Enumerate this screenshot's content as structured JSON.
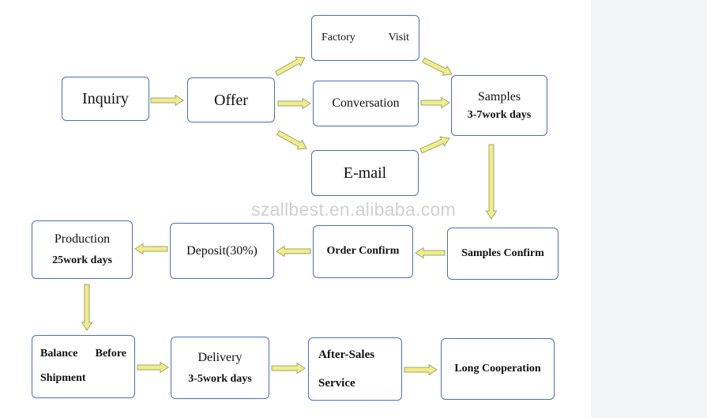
{
  "watermark": "szallbest.en.alibaba.com",
  "colors": {
    "box_border": "#4a6fc0",
    "arrow_fill": "#f2ec8c",
    "arrow_stroke": "#9aa86a"
  },
  "steps": {
    "inquiry": "Inquiry",
    "offer": "Offer",
    "factory_visit": {
      "word1": "Factory",
      "word2": "Visit"
    },
    "conversation": "Conversation",
    "email": "E-mail",
    "samples": {
      "title": "Samples",
      "detail": "3-7work days"
    },
    "samples_confirm": "Samples Confirm",
    "order_confirm": "Order Confirm",
    "deposit": "Deposit(30%)",
    "production": {
      "title": "Production",
      "detail": "25work days"
    },
    "balance_before_shipment": {
      "word1": "Balance",
      "word2": "Before",
      "line2": "Shipment"
    },
    "delivery": {
      "title": "Delivery",
      "detail": "3-5work days"
    },
    "after_sales_service": {
      "line1": "After-Sales",
      "line2": "Service"
    },
    "long_cooperation": "Long Cooperation"
  }
}
